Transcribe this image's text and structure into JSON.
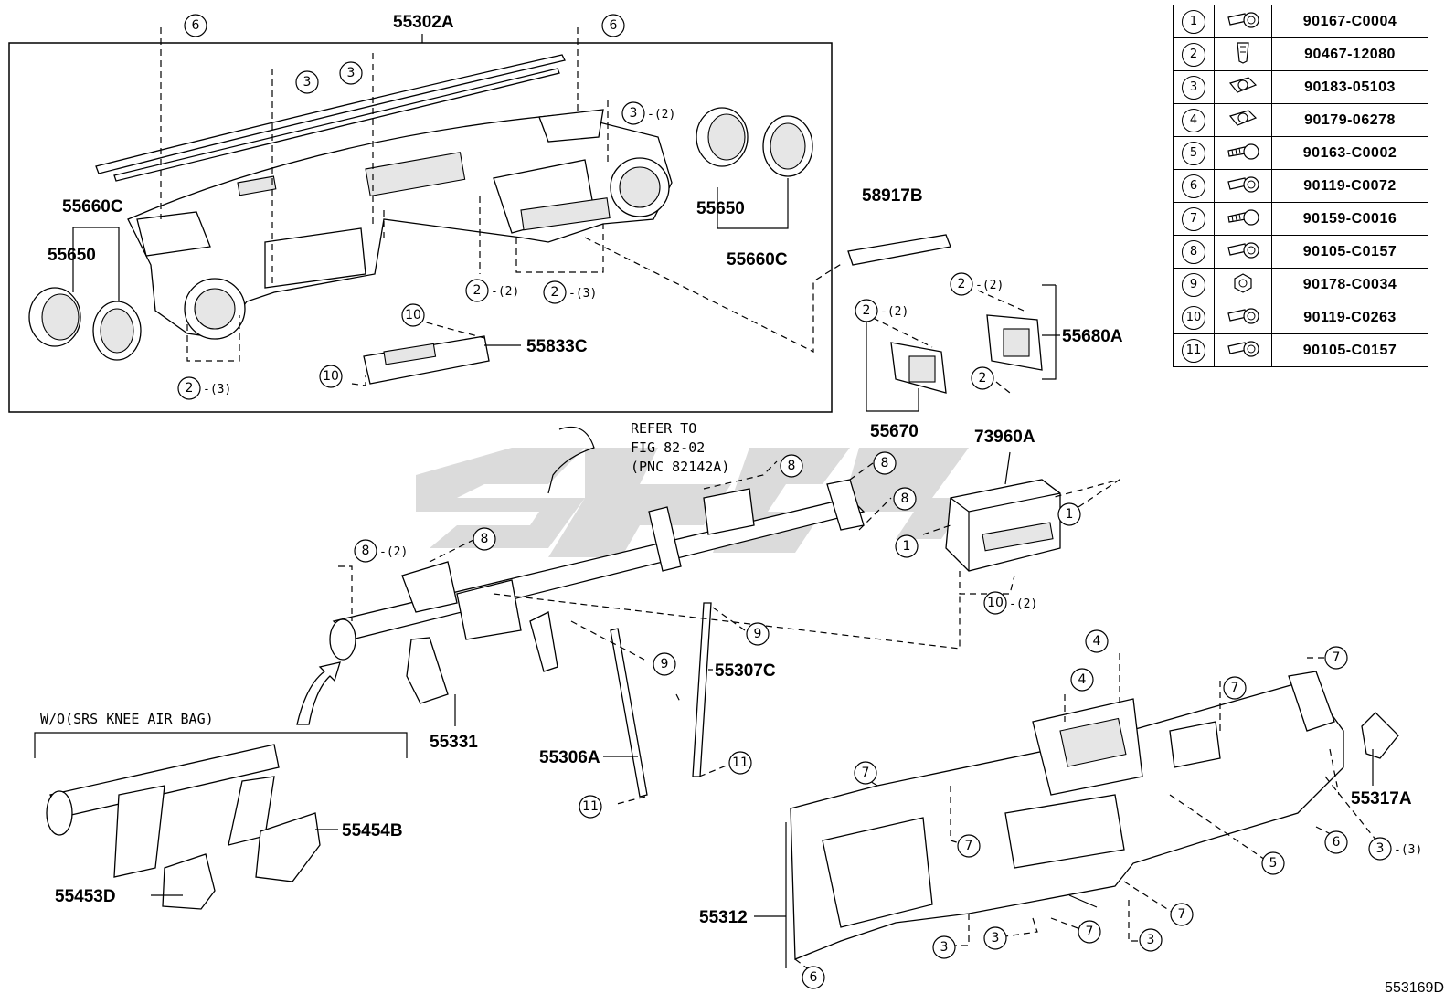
{
  "fastener_table": [
    {
      "index": "1",
      "part_number": "90167-C0004",
      "icon": "bolt-washer-icon"
    },
    {
      "index": "2",
      "part_number": "90467-12080",
      "icon": "clip-icon"
    },
    {
      "index": "3",
      "part_number": "90183-05103",
      "icon": "nut-clip-icon"
    },
    {
      "index": "4",
      "part_number": "90179-06278",
      "icon": "nut-clip-icon"
    },
    {
      "index": "5",
      "part_number": "90163-C0002",
      "icon": "screw-icon"
    },
    {
      "index": "6",
      "part_number": "90119-C0072",
      "icon": "bolt-washer-icon"
    },
    {
      "index": "7",
      "part_number": "90159-C0016",
      "icon": "screw-icon"
    },
    {
      "index": "8",
      "part_number": "90105-C0157",
      "icon": "bolt-washer-icon"
    },
    {
      "index": "9",
      "part_number": "90178-C0034",
      "icon": "nut-icon"
    },
    {
      "index": "10",
      "part_number": "90119-C0263",
      "icon": "bolt-washer-icon"
    },
    {
      "index": "11",
      "part_number": "90105-C0157",
      "icon": "bolt-washer-icon"
    }
  ],
  "part_labels": {
    "p55302A": "55302A",
    "p55660C_left": "55660C",
    "p55650_left": "55650",
    "p55650_right": "55650",
    "p55660C_right": "55660C",
    "p58917B": "58917B",
    "p55833C": "55833C",
    "p55680A": "55680A",
    "p55670": "55670",
    "p73960A": "73960A",
    "p55307C": "55307C",
    "p55331": "55331",
    "p55306A": "55306A",
    "p55454B": "55454B",
    "p55453D": "55453D",
    "p55312": "55312",
    "p55317A": "55317A"
  },
  "reference_note": {
    "line1": "REFER TO",
    "line2": "FIG 82-02",
    "line3": "(PNC 82142A)"
  },
  "variant_label": "W/O(SRS KNEE AIR BAG)",
  "figure_code": "553169D",
  "callouts": [
    {
      "num": "6",
      "qty": ""
    },
    {
      "num": "6",
      "qty": ""
    },
    {
      "num": "3",
      "qty": ""
    },
    {
      "num": "3",
      "qty": ""
    },
    {
      "num": "3",
      "qty": "(2)"
    },
    {
      "num": "2",
      "qty": "(2)"
    },
    {
      "num": "2",
      "qty": "(3)"
    },
    {
      "num": "2",
      "qty": "(3)"
    },
    {
      "num": "10",
      "qty": ""
    },
    {
      "num": "10",
      "qty": ""
    },
    {
      "num": "2",
      "qty": "(2)"
    },
    {
      "num": "2",
      "qty": "(2)"
    },
    {
      "num": "2",
      "qty": ""
    },
    {
      "num": "8",
      "qty": ""
    },
    {
      "num": "8",
      "qty": ""
    },
    {
      "num": "8",
      "qty": ""
    },
    {
      "num": "8",
      "qty": ""
    },
    {
      "num": "8",
      "qty": "(2)"
    },
    {
      "num": "1",
      "qty": ""
    },
    {
      "num": "1",
      "qty": ""
    },
    {
      "num": "10",
      "qty": "(2)"
    },
    {
      "num": "9",
      "qty": ""
    },
    {
      "num": "9",
      "qty": ""
    },
    {
      "num": "11",
      "qty": ""
    },
    {
      "num": "11",
      "qty": ""
    },
    {
      "num": "4",
      "qty": ""
    },
    {
      "num": "4",
      "qty": ""
    },
    {
      "num": "7",
      "qty": ""
    },
    {
      "num": "7",
      "qty": ""
    },
    {
      "num": "7",
      "qty": ""
    },
    {
      "num": "7",
      "qty": ""
    },
    {
      "num": "7",
      "qty": ""
    },
    {
      "num": "7",
      "qty": ""
    },
    {
      "num": "6",
      "qty": ""
    },
    {
      "num": "6",
      "qty": ""
    },
    {
      "num": "5",
      "qty": ""
    },
    {
      "num": "3",
      "qty": "(3)"
    },
    {
      "num": "3",
      "qty": ""
    },
    {
      "num": "3",
      "qty": ""
    },
    {
      "num": "3",
      "qty": ""
    }
  ]
}
